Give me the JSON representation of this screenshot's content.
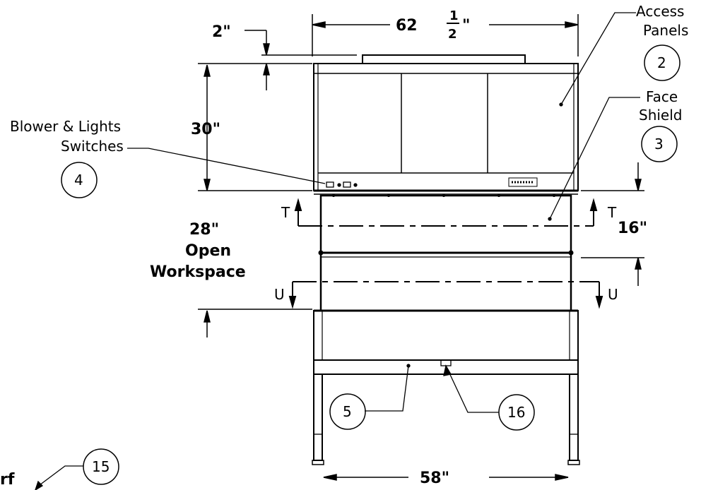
{
  "dimensions": {
    "top_clearance": "2\"",
    "overall_width_whole": "62",
    "overall_width_num": "1",
    "overall_width_den": "2",
    "inch_mark": "\"",
    "cabinet_height": "30\"",
    "open_height": "28\"",
    "open_label_1": "Open",
    "open_label_2": "Workspace",
    "shield_height": "16\"",
    "base_width": "58\""
  },
  "callouts": {
    "access_panels": {
      "line1": "Access",
      "line2": "Panels",
      "number": "2"
    },
    "face_shield": {
      "line1": "Face",
      "line2": "Shield",
      "number": "3"
    },
    "switches": {
      "line1": "Blower & Lights",
      "line2": "Switches",
      "number": "4"
    },
    "base": {
      "number": "5"
    },
    "drain": {
      "number": "16"
    },
    "partial": {
      "text": "rf",
      "number": "15"
    }
  },
  "sections": {
    "t": "T",
    "u": "U"
  }
}
